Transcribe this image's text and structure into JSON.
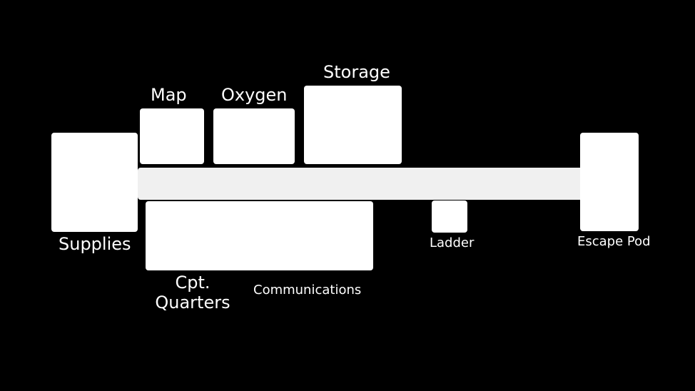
{
  "diagram": {
    "rooms": {
      "map": "Map",
      "oxygen": "Oxygen",
      "storage": "Storage",
      "supplies": "Supplies",
      "quarters_line1": "Cpt.",
      "quarters_line2": "Quarters",
      "communications": "Communications",
      "ladder": "Ladder",
      "escape_pod": "Escape Pod"
    },
    "colors": {
      "background": "#000000",
      "room": "#ffffff",
      "corridor": "#f0f0f0",
      "text": "#ffffff"
    }
  }
}
